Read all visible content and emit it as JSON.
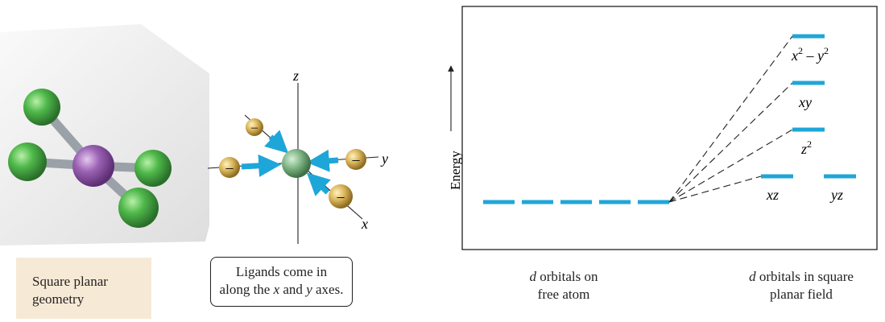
{
  "left_panel": {
    "caption": "Square planar geometry"
  },
  "middle_panel": {
    "axes": {
      "z": "z",
      "y": "y",
      "x": "x"
    },
    "ligand_symbol": "–",
    "caption": {
      "line1": "Ligands come in",
      "line2_prefix": "along the ",
      "x": "x",
      "and": " and ",
      "y": "y",
      "line2_suffix": " axes."
    }
  },
  "diagram": {
    "ylabel": "Energy",
    "free_atom_caption": {
      "d": "d",
      "rest1": " orbitals on",
      "line2": "free atom"
    },
    "square_field_caption": {
      "d": "d",
      "rest1": " orbitals in square",
      "line2": "planar field"
    },
    "levels": {
      "x2y2": {
        "base1": "x",
        "sup1": "2",
        "op": " – ",
        "base2": "y",
        "sup2": "2"
      },
      "xy": "xy",
      "z2": {
        "base": "z",
        "sup": "2"
      },
      "xz": "xz",
      "yz": "yz"
    },
    "colors": {
      "level": "#1fa6d8",
      "arrow": "#1fa6d8",
      "frame": "#231f20"
    }
  }
}
